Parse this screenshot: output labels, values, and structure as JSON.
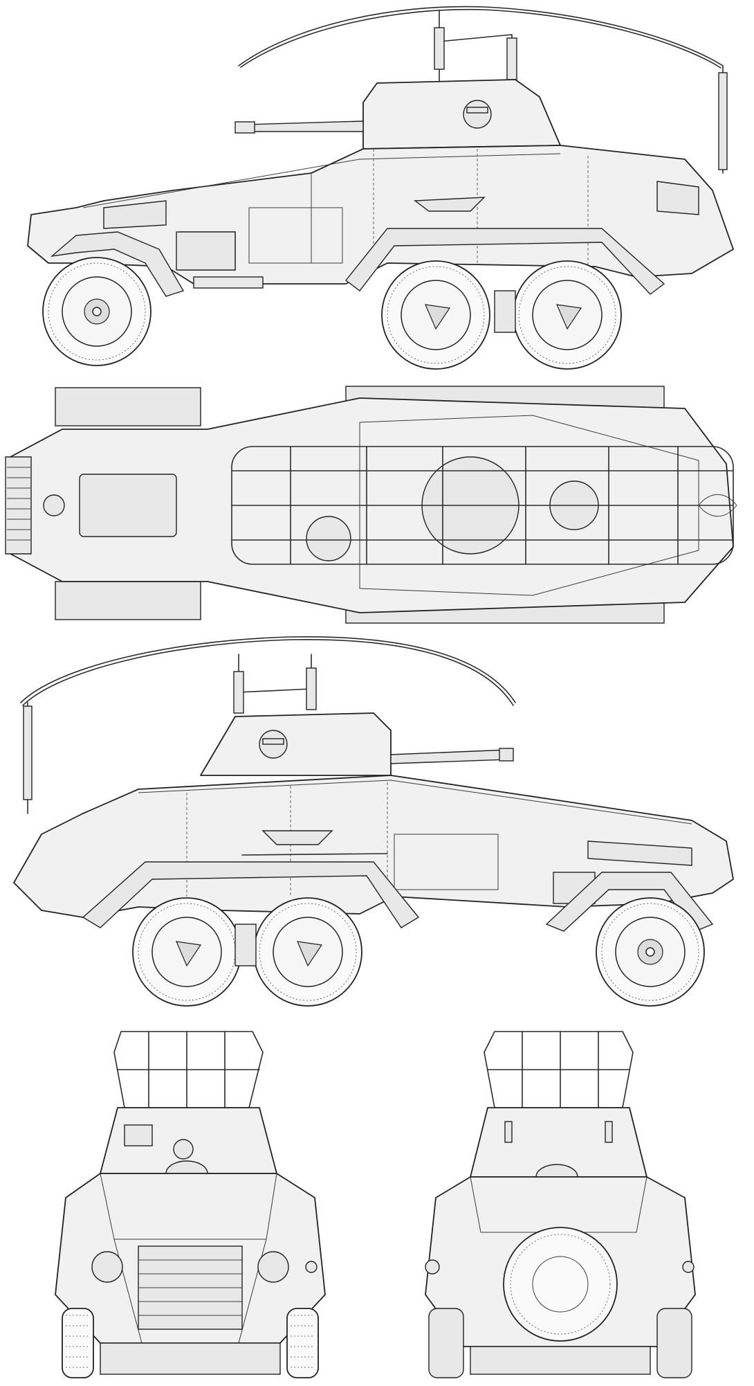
{
  "drawing": {
    "subject": "",
    "views": [
      {
        "id": "left-side"
      },
      {
        "id": "top"
      },
      {
        "id": "right-side"
      },
      {
        "id": "front"
      },
      {
        "id": "rear"
      }
    ]
  },
  "colors": {
    "background": "#ffffff",
    "line": "#222222",
    "fill": "#f1f1f1"
  }
}
